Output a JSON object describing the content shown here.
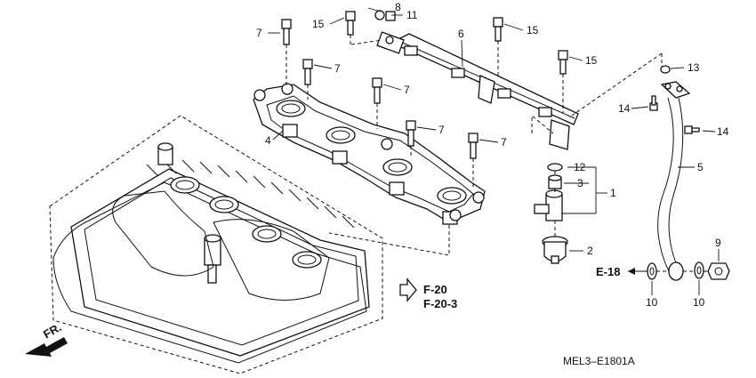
{
  "diagram": {
    "labels": [
      "8",
      "11",
      "7",
      "15",
      "6",
      "15",
      "7",
      "15",
      "7",
      "7",
      "4",
      "7",
      "7",
      "13",
      "14",
      "14",
      "5",
      "12",
      "3",
      "1",
      "2",
      "9",
      "10",
      "10"
    ],
    "references": [
      "F-20",
      "F-20-3"
    ],
    "ref_line": "E-18",
    "front_mark": "FR.",
    "code": "MEL3–E1801A"
  }
}
